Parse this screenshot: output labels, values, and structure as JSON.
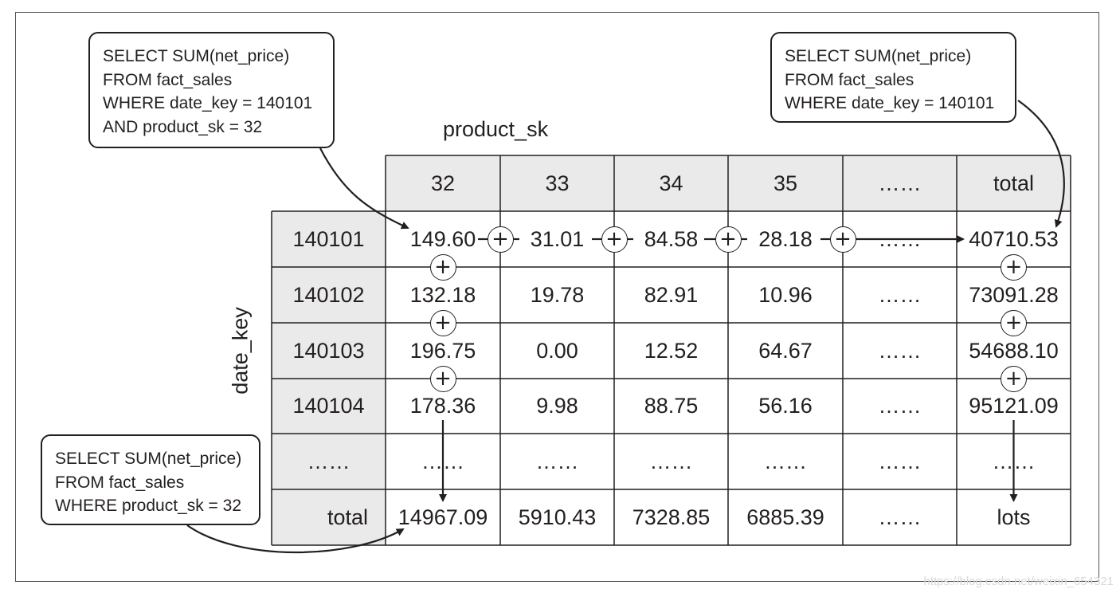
{
  "axis_labels": {
    "columns": "product_sk",
    "rows": "date_key"
  },
  "column_headers": [
    "32",
    "33",
    "34",
    "35",
    "……",
    "total"
  ],
  "row_headers": [
    "140101",
    "140102",
    "140103",
    "140104",
    "……",
    "total"
  ],
  "cells": [
    [
      "149.60",
      "31.01",
      "84.58",
      "28.18",
      "……",
      "40710.53"
    ],
    [
      "132.18",
      "19.78",
      "82.91",
      "10.96",
      "……",
      "73091.28"
    ],
    [
      "196.75",
      "0.00",
      "12.52",
      "64.67",
      "……",
      "54688.10"
    ],
    [
      "178.36",
      "9.98",
      "88.75",
      "56.16",
      "……",
      "95121.09"
    ],
    [
      "……",
      "……",
      "……",
      "……",
      "……",
      "……"
    ],
    [
      "14967.09",
      "5910.43",
      "7328.85",
      "6885.39",
      "……",
      "lots"
    ]
  ],
  "plus_symbol": "+",
  "callouts": {
    "top_left": [
      "SELECT SUM(net_price)",
      "FROM fact_sales",
      "WHERE date_key = 140101",
      "AND product_sk = 32"
    ],
    "top_right": [
      "SELECT SUM(net_price)",
      "FROM fact_sales",
      "WHERE date_key = 140101"
    ],
    "bottom_left": [
      "SELECT SUM(net_price)",
      "FROM fact_sales",
      "WHERE product_sk = 32"
    ]
  },
  "watermark": "https://blog.csdn.net/weixin_654321",
  "colors": {
    "header_fill": "#eaeaea",
    "ink": "#231f20"
  }
}
